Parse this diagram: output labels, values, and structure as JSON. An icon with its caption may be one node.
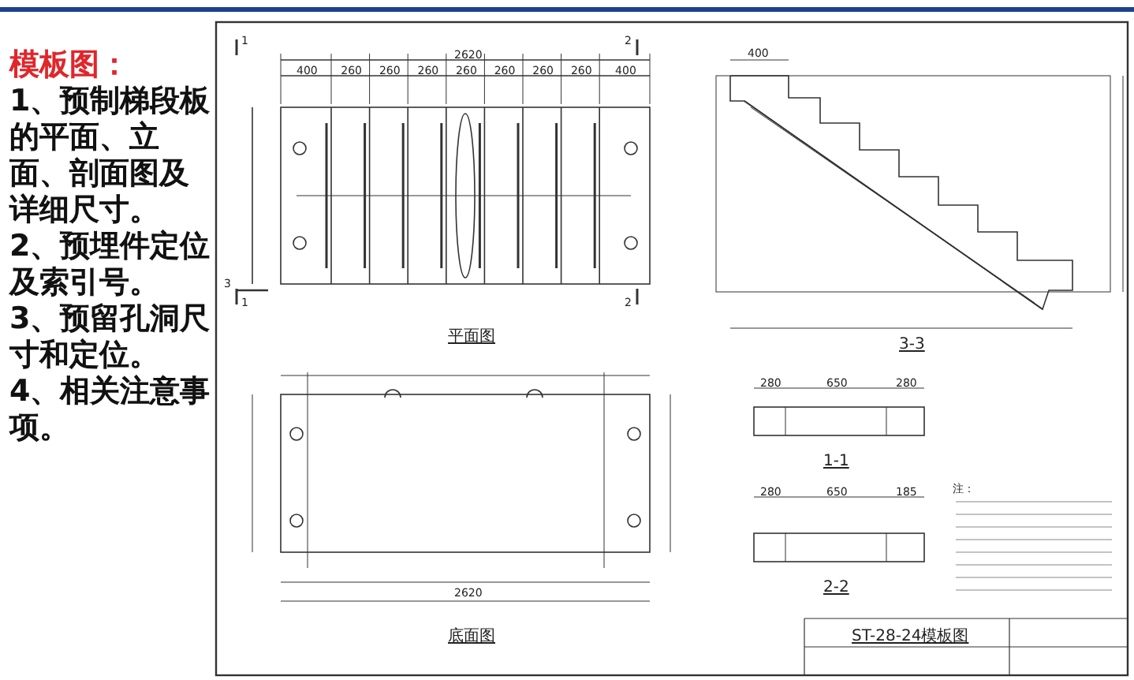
{
  "diagram": {
    "labels": [
      "模板图：",
      "1、预制梯段板的平面、立面、剖面图及详细尺寸。",
      "2、预埋件定位及索引号。",
      "3、预留孔洞尺寸和定位。",
      "4、相关注意事项。",
      "2620",
      "400",
      "260",
      "260",
      "260",
      "260",
      "260",
      "260",
      "260",
      "400",
      "平面图",
      "3-3",
      "400",
      "底面图",
      "2620",
      "280",
      "650",
      "280",
      "1-1",
      "280",
      "650",
      "185",
      "2-2",
      "注：",
      "ST-28-24模板图",
      "1",
      "2",
      "1",
      "2",
      "3"
    ]
  }
}
